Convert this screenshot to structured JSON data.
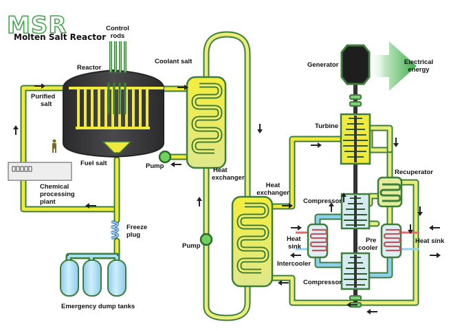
{
  "logo": {
    "abbreviation": "MSR",
    "title": "Molten Salt Reactor"
  },
  "labels": {
    "control_rods": [
      "Control",
      "rods"
    ],
    "reactor": "Reactor",
    "coolant_salt": "Coolant salt",
    "purified_salt": [
      "Purified",
      "salt"
    ],
    "fuel_salt": "Fuel salt",
    "pump_primary": "Pump",
    "heat_exchanger_primary": [
      "Heat",
      "exchanger"
    ],
    "chemical_processing_plant": [
      "Chemical",
      "processing",
      "plant"
    ],
    "freeze_plug": [
      "Freeze",
      "plug"
    ],
    "emergency_dump_tanks": "Emergency dump tanks",
    "pump_secondary": "Pump",
    "heat_exchanger_secondary": [
      "Heat",
      "exchanger"
    ],
    "generator": "Generator",
    "electrical_energy": [
      "Electrical",
      "energy"
    ],
    "turbine": "Turbine",
    "recuperator": "Recuperator",
    "compressor_top": "Compressor",
    "heat_sink_left": [
      "Heat",
      "sink"
    ],
    "intercooler": "Intercooler",
    "pre_cooler": [
      "Pre",
      "cooler"
    ],
    "heat_sink_right": "Heat sink",
    "compressor_bottom": "Compressor"
  },
  "colors": {
    "fuel_salt": "#f0ea3c",
    "coolant_salt": "#e9ee7a",
    "pipe_outline": "#3c7d3a",
    "vessel": "#3a3a3c",
    "dump_tank": "#a7dcf6",
    "cooling_water": "#8fd0ee",
    "hot_water": "#e86464",
    "energy_arrow": "#4cbb52"
  }
}
